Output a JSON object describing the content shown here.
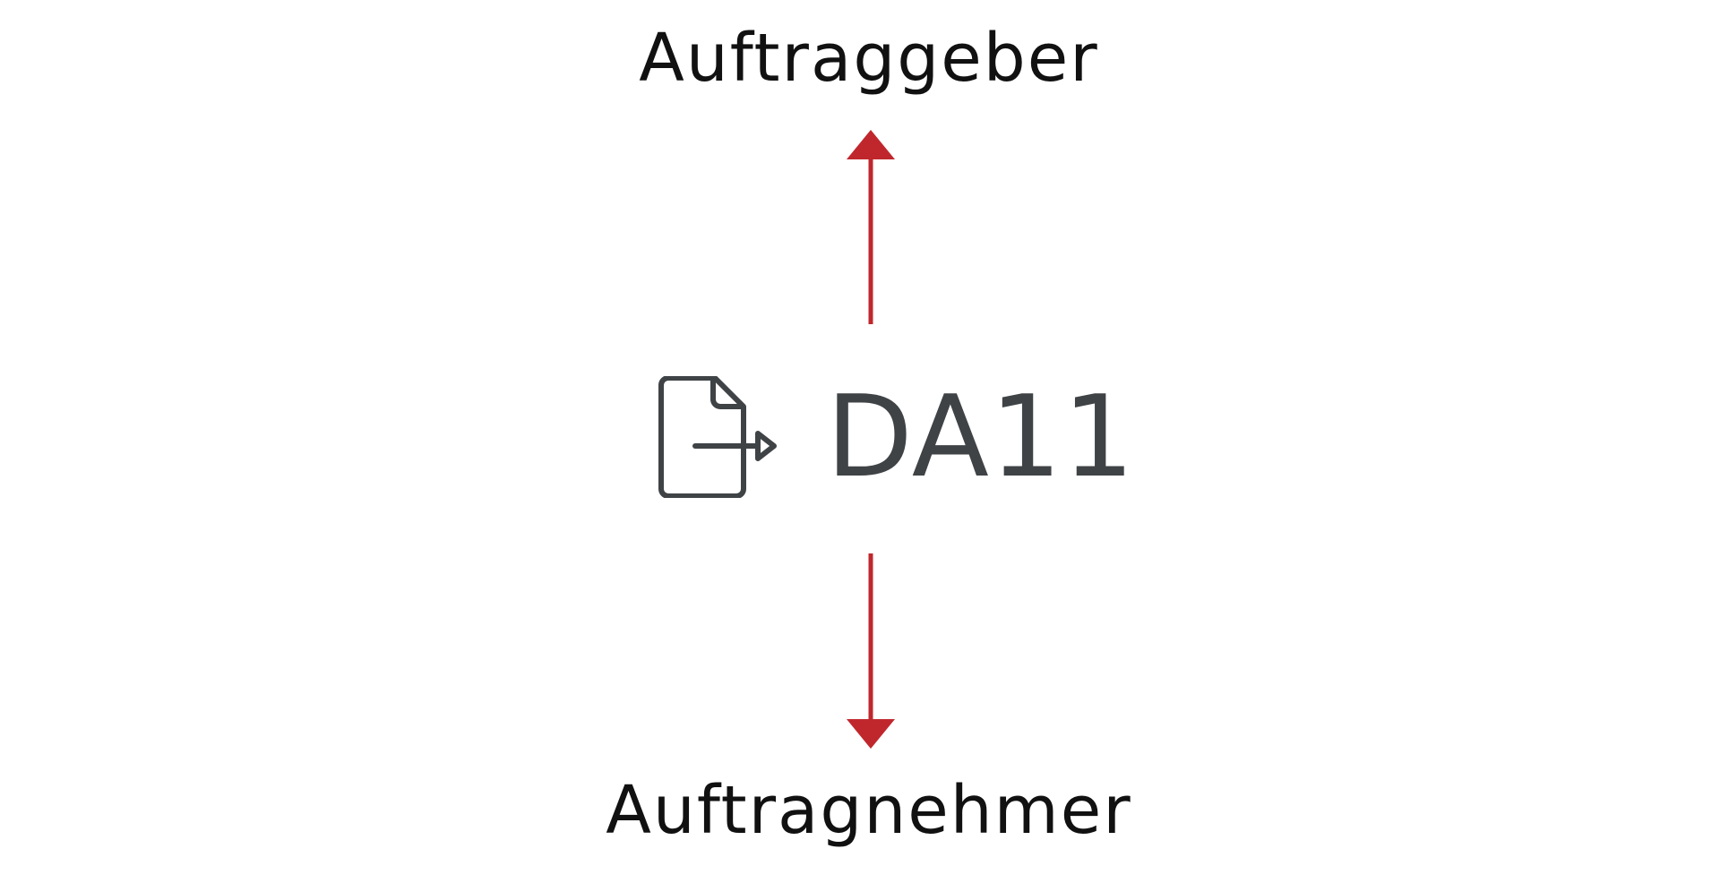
{
  "diagram": {
    "top_label": "Auftraggeber",
    "center_label": "DA11",
    "bottom_label": "Auftragnehmer",
    "icon": "document-export-icon",
    "colors": {
      "arrow": "#c0272d",
      "text": "#111111",
      "center": "#3f4346"
    }
  }
}
